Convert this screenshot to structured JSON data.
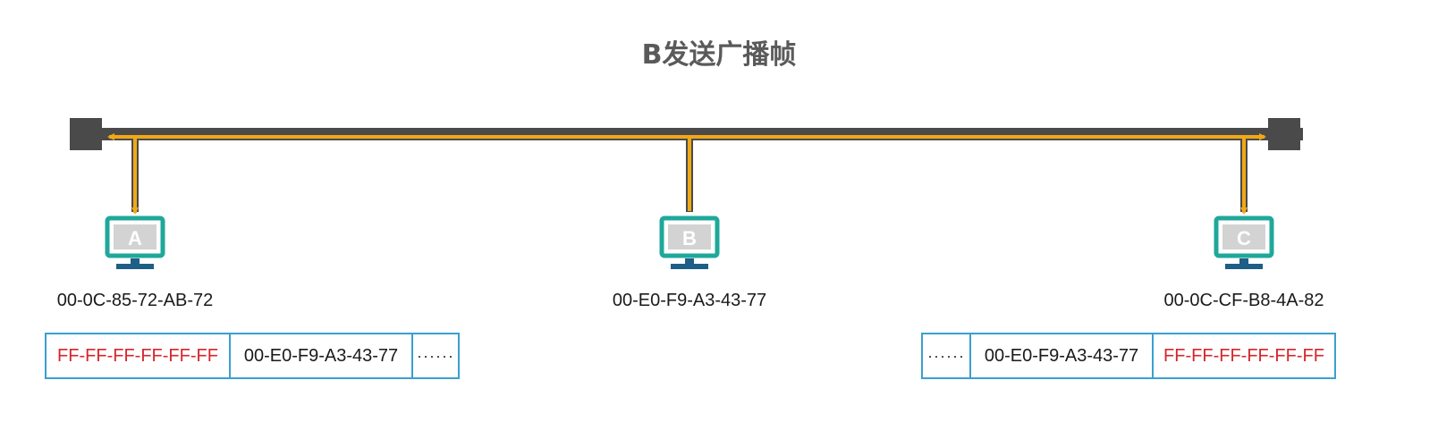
{
  "title": "B发送广播帧",
  "colors": {
    "bus": "#4a4a4a",
    "signal": "#f0a818",
    "monitor_frame": "#1fa89a",
    "monitor_stand": "#1d5f86",
    "broadcast_text": "#d6262b",
    "frame_border": "#3aa0cf"
  },
  "hosts": [
    {
      "label": "A",
      "mac": "00-0C-85-72-AB-72"
    },
    {
      "label": "B",
      "mac": "00-E0-F9-A3-43-77"
    },
    {
      "label": "C",
      "mac": "00-0C-CF-B8-4A-82"
    }
  ],
  "frames": {
    "left": {
      "dest": "FF-FF-FF-FF-FF-FF",
      "src": "00-E0-F9-A3-43-77",
      "more": "······"
    },
    "right": {
      "more": "······",
      "src": "00-E0-F9-A3-43-77",
      "dest": "FF-FF-FF-FF-FF-FF"
    }
  }
}
